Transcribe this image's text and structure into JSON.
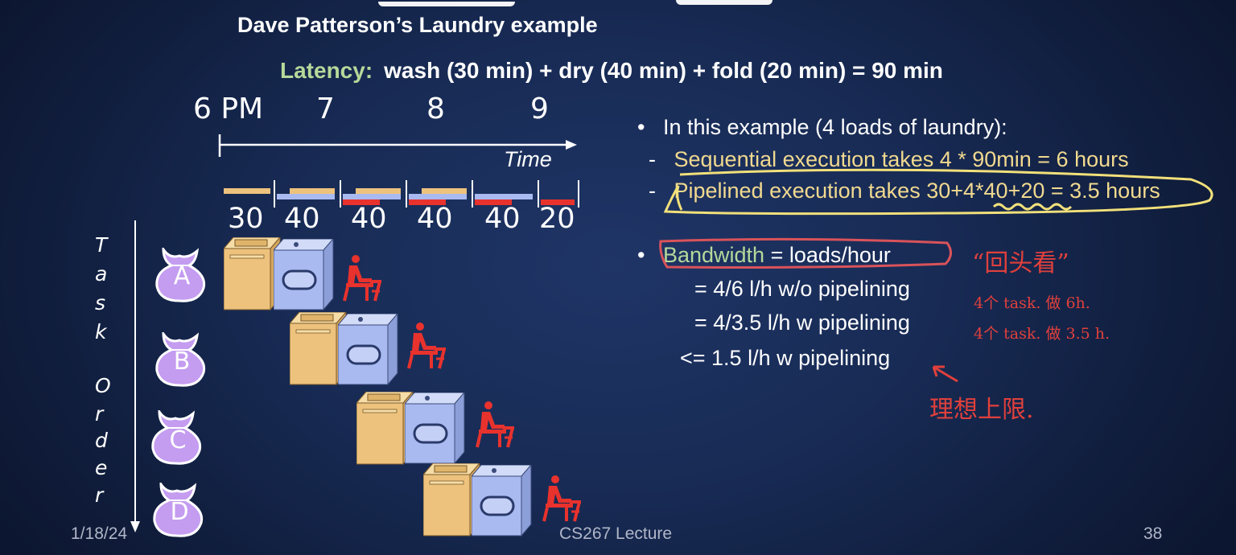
{
  "slide": {
    "subtitle": "Dave Patterson’s Laundry example",
    "latency_label": "Latency:",
    "latency_text": "wash (30 min) + dry (40 min) + fold (20 min) = 90 min",
    "timeline": {
      "ticks": [
        "6 PM",
        "7",
        "8",
        "9"
      ],
      "axis_label": "Time",
      "durations": [
        "30",
        "40",
        "40",
        "40",
        "40",
        "20"
      ]
    },
    "task_order_label": [
      "T",
      "a",
      "s",
      "k",
      "O",
      "r",
      "d",
      "e",
      "r"
    ],
    "loads": [
      "A",
      "B",
      "C",
      "D"
    ],
    "bullets": {
      "b1": "In this example (4 loads of laundry):",
      "b1_sub1": "Sequential execution takes    4 * 90min = 6 hours",
      "b1_sub2": "Pipelined execution takes 30+4*40+20 = 3.5 hours",
      "b2_label": "Bandwidth",
      "b2_rest": " = loads/hour",
      "b2_line1": "= 4/6 l/h w/o pipelining",
      "b2_line2": "= 4/3.5  l/h w pipelining",
      "b2_line3": "<= 1.5 l/h w pipelining"
    },
    "annotations": {
      "quote": "“回头看”",
      "note1": "4个 task. 做 6h.",
      "note2": "4个 task. 做 3.5 h.",
      "note3": "理想上限."
    },
    "footer": {
      "date": "1/18/24",
      "center": "CS267 Lecture",
      "page": "38"
    }
  },
  "colors": {
    "wash": "#edc27d",
    "dry": "#a9baf1",
    "fold": "#e8322d",
    "bag": "#c49cf0",
    "highlight_yellow": "#f2e07a",
    "highlight_red": "#d9535a",
    "accent_green": "#b6d89a"
  }
}
